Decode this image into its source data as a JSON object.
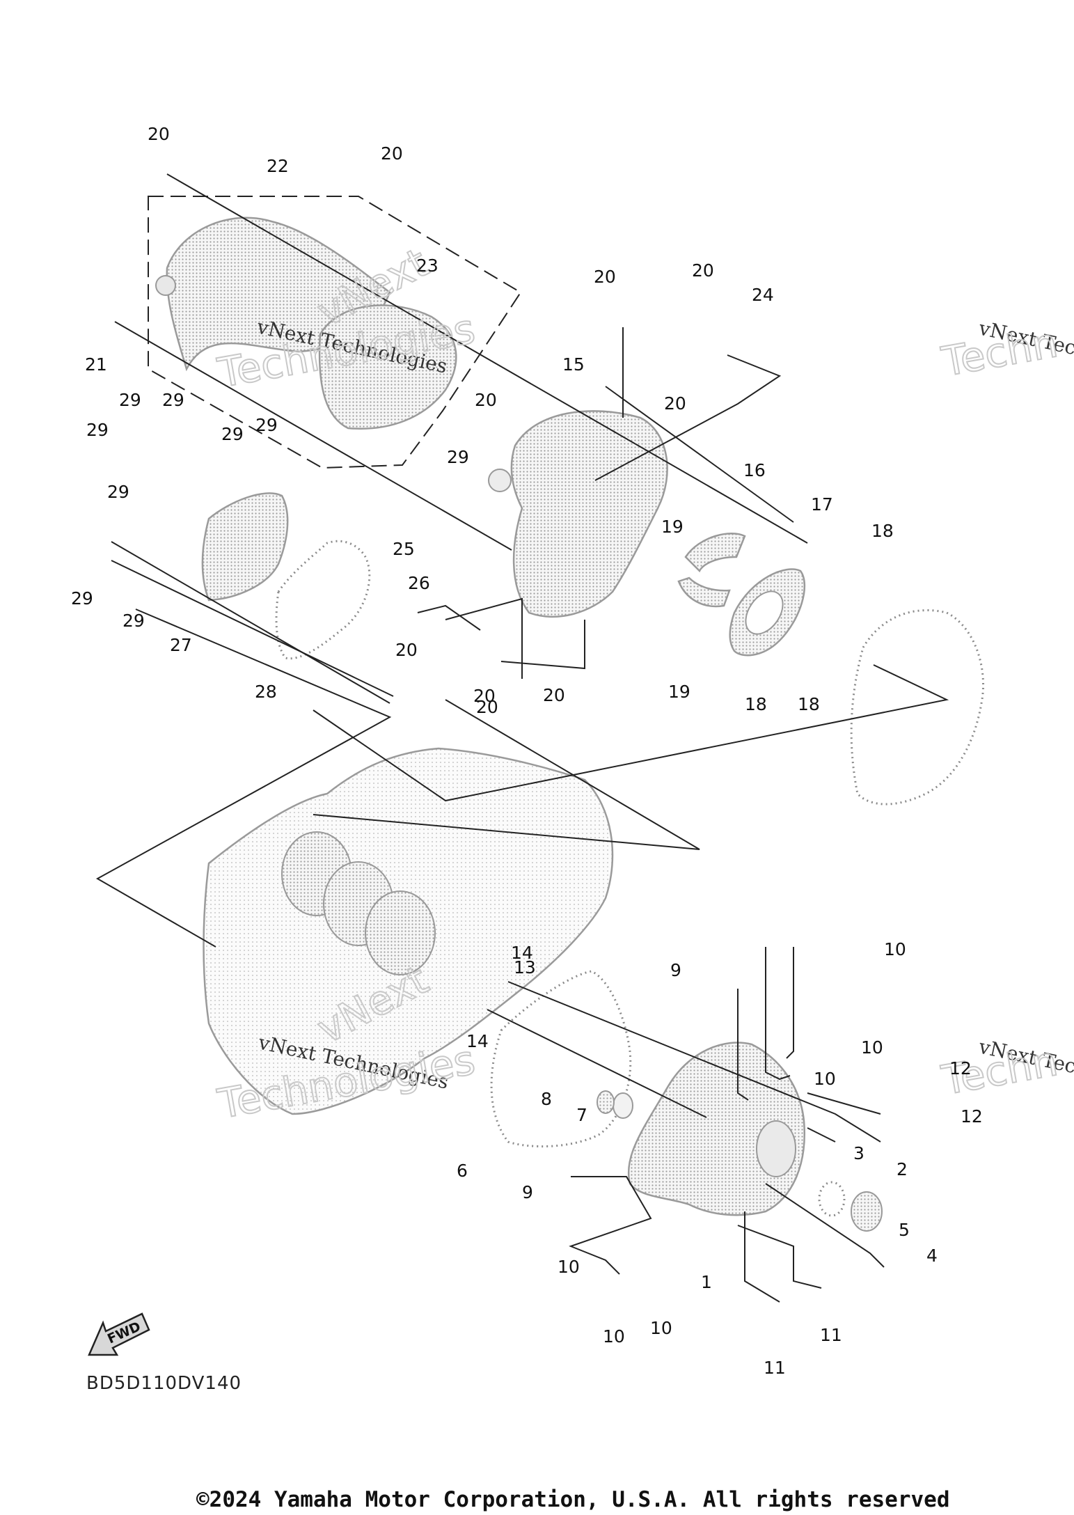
{
  "diagram_code": "BD5D110DV140",
  "copyright": "©2024 Yamaha Motor Corporation, U.S.A. All rights reserved",
  "fwd_label": "FWD",
  "watermark": {
    "line1": "vNext Technologies",
    "line2": "Technologies",
    "line_right": "vNext Tec",
    "line_right2": "Techn",
    "mark": "vNext"
  },
  "callouts": [
    "20",
    "20",
    "22",
    "20",
    "23",
    "21",
    "20",
    "24",
    "15",
    "20",
    "20",
    "29",
    "29",
    "29",
    "29",
    "29",
    "29",
    "29",
    "29",
    "29",
    "27",
    "28",
    "20",
    "25",
    "26",
    "16",
    "17",
    "18",
    "19",
    "20",
    "20",
    "20",
    "19",
    "18",
    "18",
    "14",
    "13",
    "14",
    "9",
    "10",
    "10",
    "10",
    "12",
    "12",
    "8",
    "7",
    "6",
    "9",
    "3",
    "2",
    "5",
    "4",
    "10",
    "1",
    "10",
    "10",
    "11",
    "11"
  ],
  "colors": {
    "line": "#222222",
    "part": "#e6e6e6",
    "gasket": "#8a8a8a"
  }
}
